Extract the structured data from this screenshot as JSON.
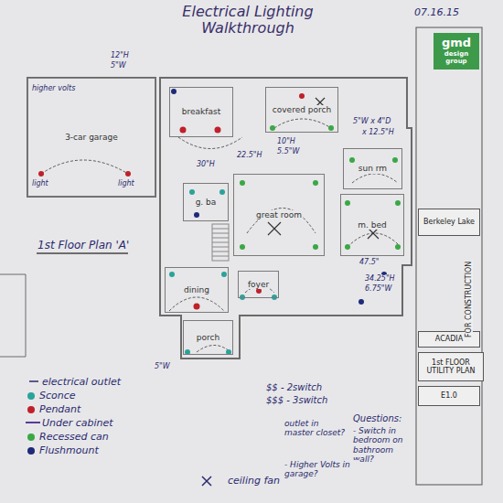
{
  "diagram": {
    "title": "Electrical Lighting Walkthrough",
    "nodes": [
      {
        "text": [
          "3-car garage"
        ]
      },
      {
        "text": [
          "breakfast"
        ]
      },
      {
        "text": [
          "covered porch"
        ]
      },
      {
        "text": [
          "sun rm"
        ]
      },
      {
        "text": [
          "g. ba"
        ]
      },
      {
        "text": [
          "great room"
        ]
      },
      {
        "text": [
          "m. bed"
        ]
      },
      {
        "text": [
          "dining"
        ]
      },
      {
        "text": [
          "foyer"
        ]
      },
      {
        "text": [
          "porch"
        ]
      },
      {
        "text": [
          "gmd",
          "design group"
        ]
      },
      {
        "text": [
          "Berkeley Lake"
        ]
      },
      {
        "text": [
          "ACADIA"
        ]
      },
      {
        "text": [
          "1st FLOOR UTILITY PLAN"
        ]
      },
      {
        "text": [
          "E1.0"
        ]
      }
    ],
    "labels": [
      "07.16.15",
      "1st Floor Plan 'A'",
      "higher volts",
      "light",
      "light",
      "12\"H",
      "5\"W",
      "5\"W x 4\"D",
      "x 12.5\"H",
      "10\"H",
      "5.5\"W",
      "22.5\"H",
      "30\"H",
      "47.5\"",
      "34.25\"H",
      "6.75\"W",
      "5\"W",
      "$$ - 2switch",
      "$$$ - 3switch",
      "Questions:",
      "- Switch in bedroom on bathroom wall?",
      "outlet in master closet?",
      "- Higher Volts in garage?",
      "FOR CONSTRUCTION"
    ],
    "legend": [
      {
        "text": "electrical outlet"
      },
      {
        "text": "Sconce",
        "color": "#2aa39a"
      },
      {
        "text": "Pendant",
        "color": "#c0202a"
      },
      {
        "text": "Under cabinet"
      },
      {
        "text": "Recessed can",
        "color": "#3aa845"
      },
      {
        "text": "Flushmount",
        "color": "#1e2a7a"
      },
      {
        "text": "ceiling fan"
      }
    ]
  }
}
